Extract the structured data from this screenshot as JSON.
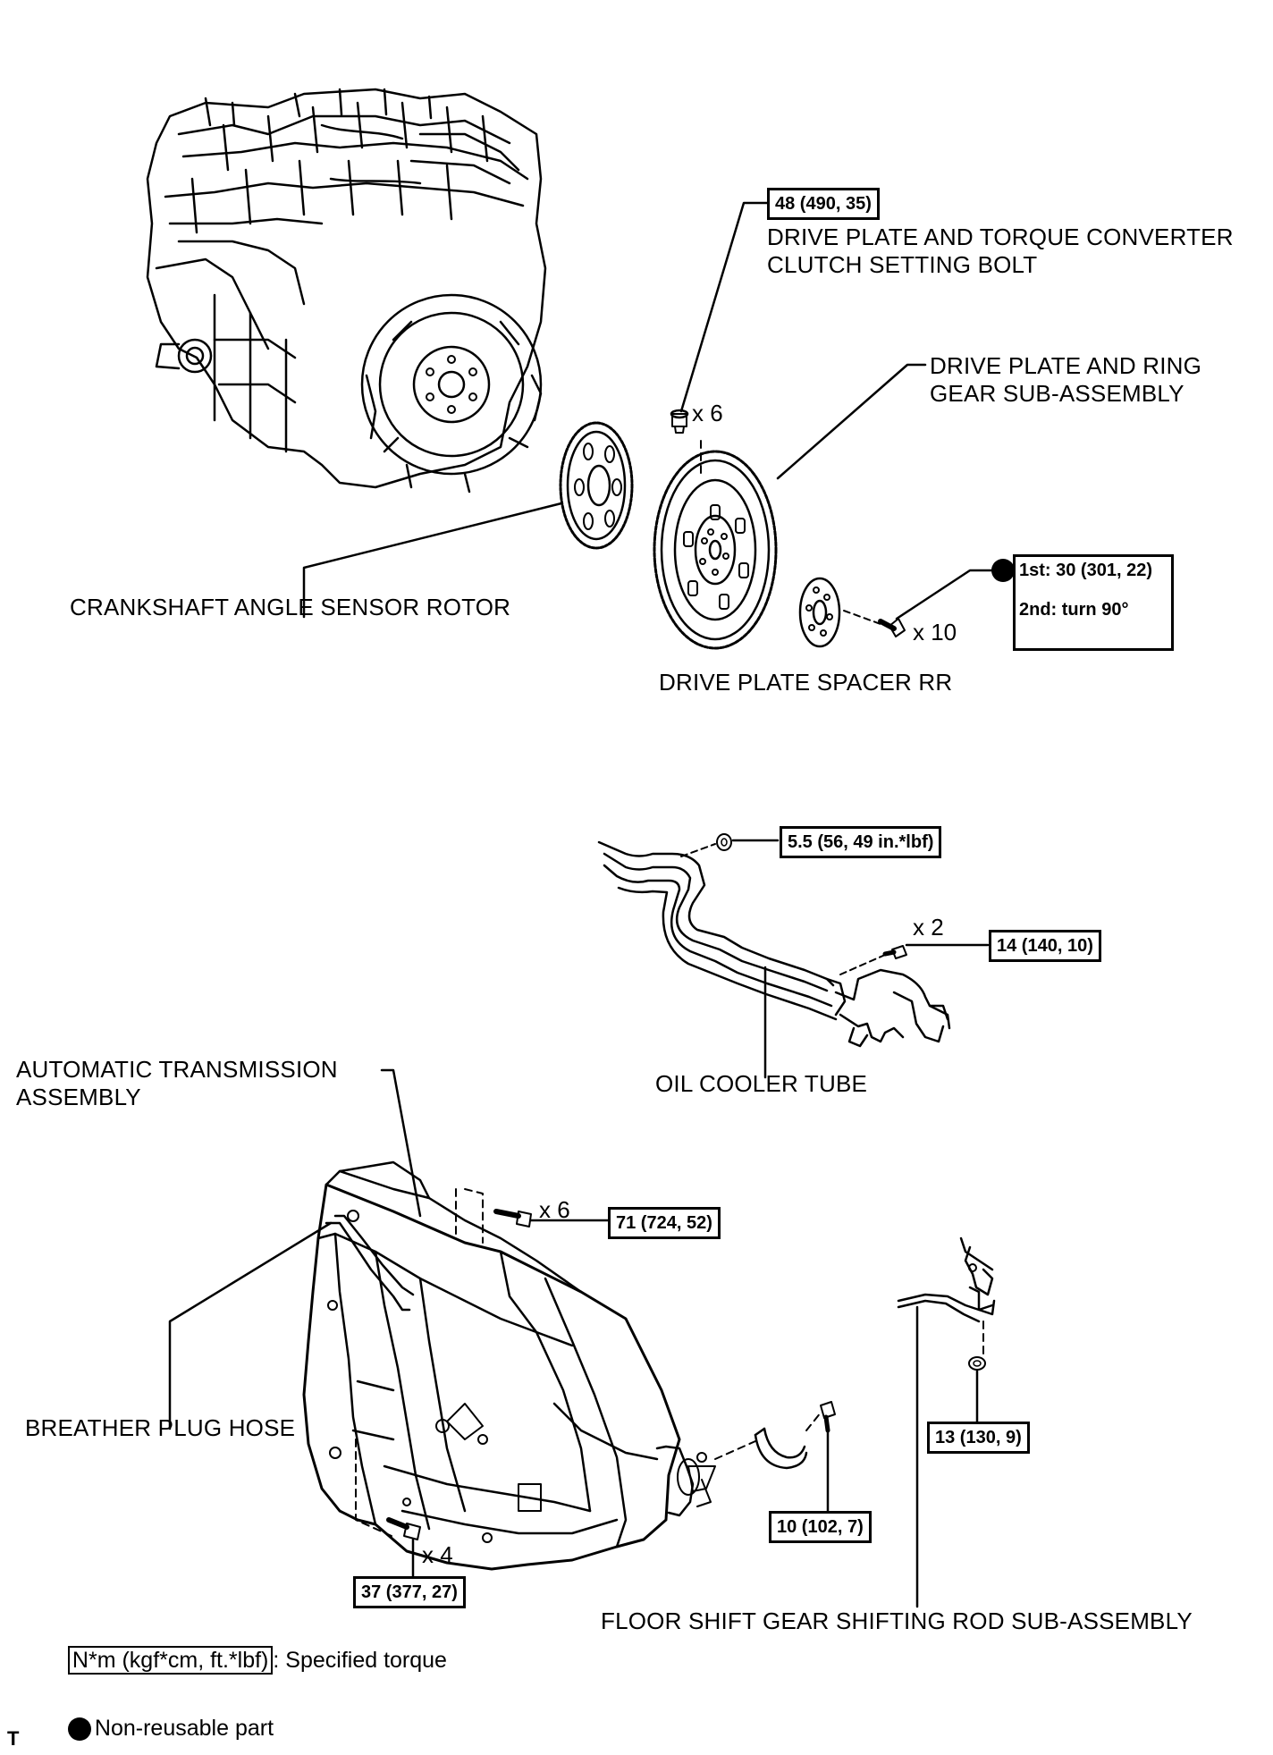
{
  "torque_specs": {
    "drive_plate_bolt": "48 (490, 35)",
    "drive_plate_spacer_bolt_1st": "1st: 30 (301, 22)",
    "drive_plate_spacer_bolt_2nd": "2nd: turn 90°",
    "oil_cooler_nut": "5.5 (56, 49 in.*lbf)",
    "oil_cooler_bolt": "14 (140, 10)",
    "transmission_upper_bolt": "71 (724, 52)",
    "shift_rod_nut": "13 (130, 9)",
    "shift_rod_bolt": "10 (102, 7)",
    "transmission_lower_bolt": "37 (377, 27)"
  },
  "labels": {
    "drive_plate_bolt": "DRIVE PLATE AND TORQUE CONVERTER\nCLUTCH SETTING BOLT",
    "drive_plate": "DRIVE PLATE AND RING\nGEAR SUB-ASSEMBLY",
    "crank_rotor": "CRANKSHAFT ANGLE SENSOR ROTOR",
    "spacer": "DRIVE PLATE SPACER RR",
    "oil_cooler": "OIL COOLER TUBE",
    "transmission": "AUTOMATIC TRANSMISSION\nASSEMBLY",
    "breather": "BREATHER PLUG HOSE",
    "shift_rod": "FLOOR SHIFT GEAR SHIFTING ROD SUB-ASSEMBLY"
  },
  "quantities": {
    "drive_plate_bolt": "x 6",
    "spacer_bolt": "x 10",
    "oil_cooler_bolt": "x 2",
    "upper_bolt": "x 6",
    "lower_bolt": "x 4"
  },
  "legend": {
    "torque_unit_box": "N*m (kgf*cm, ft.*lbf)",
    "torque_desc": ": Specified torque",
    "non_reusable": "Non-reusable part"
  },
  "corner_mark": "T"
}
